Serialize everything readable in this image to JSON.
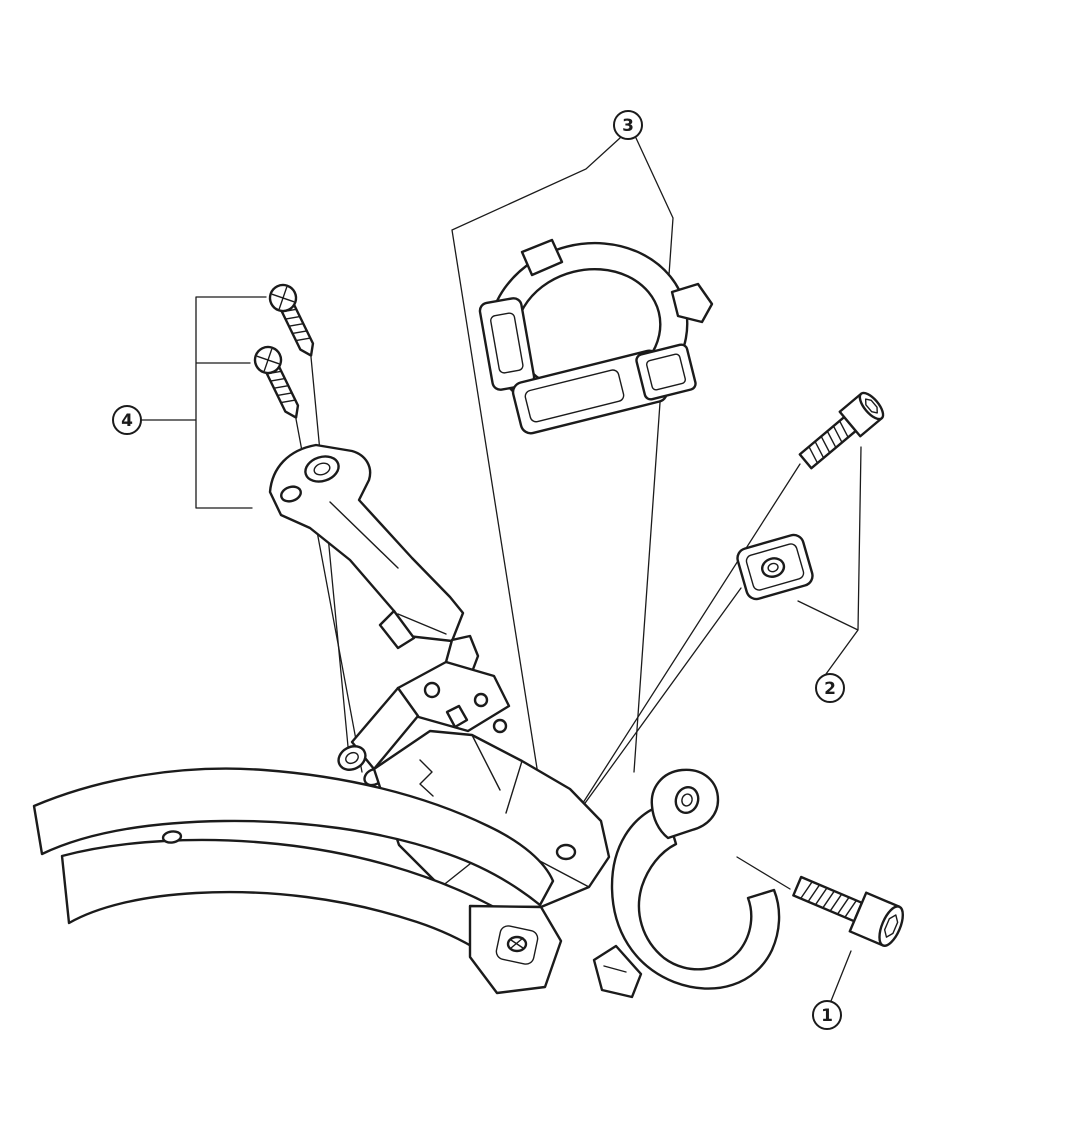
{
  "diagram": {
    "background_color": "#ffffff",
    "line_color": "#1b1b1b",
    "style": "exploded-parts-line-drawing",
    "subject": "bicycle-front-derailleur",
    "callouts": [
      {
        "number": "1",
        "part": "band-clamp-fixing-bolt"
      },
      {
        "number": "2",
        "part": "cable-fixing-bolt-and-anchor-plate"
      },
      {
        "number": "3",
        "part": "clamp-band-adapter"
      },
      {
        "number": "4",
        "part": "bracket-fixing-screws-and-backplate"
      }
    ]
  }
}
